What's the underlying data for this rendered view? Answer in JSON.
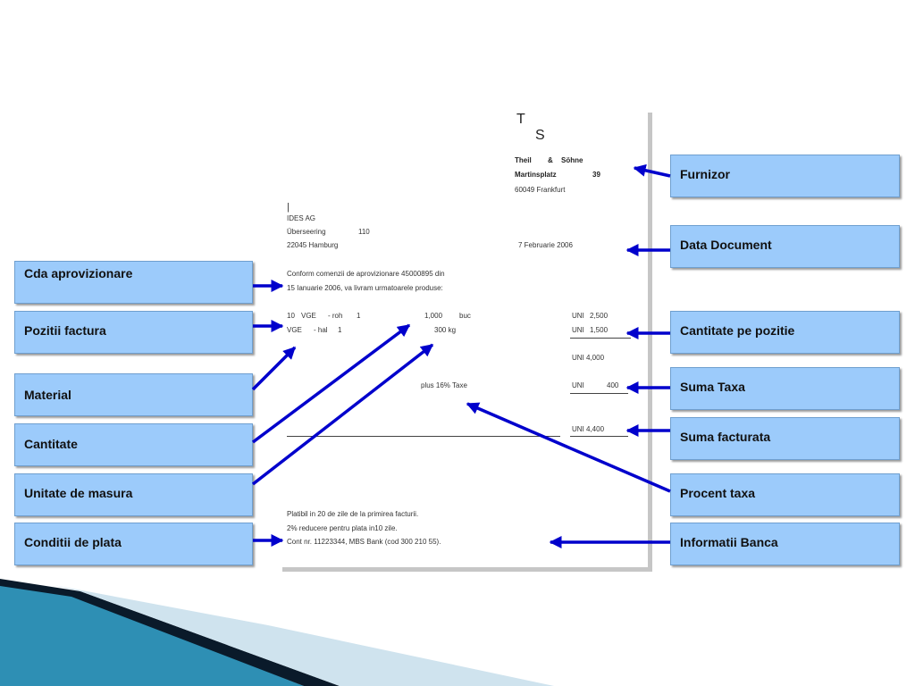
{
  "colors": {
    "label_bg": "#9ccbfb",
    "label_border": "#6f9fcf",
    "arrow": "#0000cc",
    "deco_dark": "#0a1a2a",
    "deco_blue": "#2e8fb4",
    "deco_light": "#cfe3ee"
  },
  "document": {
    "logo_t": "T",
    "logo_s": "S",
    "vendor": {
      "name_part1": "Theil",
      "name_part2": "&",
      "name_part3": "Söhne",
      "street": "Martinsplatz",
      "number": "39",
      "city": "60049 Frankfurt"
    },
    "cursor_mark": "|",
    "customer": {
      "name": "IDES AG",
      "street": "Überseering",
      "number": "110",
      "city": "22045 Hamburg"
    },
    "date": "7 Februarie 2006",
    "intro_line1": "Conform comenzii de aprovizionare 45000895 din",
    "intro_line2": "15 Ianuarie 2006, va livram urmatoarele produse:",
    "items": [
      {
        "qty_prefix": "10",
        "material": "VGE",
        "material_suffix": "- roh",
        "material_num": "1",
        "quantity": "1,000",
        "unit": "buc",
        "currency": "UNI",
        "amount": "2,500"
      },
      {
        "qty_prefix": "",
        "material": "VGE",
        "material_suffix": "- hal",
        "material_num": "1",
        "quantity": "300 kg",
        "unit": "",
        "currency": "UNI",
        "amount": "1,500"
      }
    ],
    "subtotal": "UNI 4,000",
    "tax_label": "plus 16% Taxe",
    "tax_currency": "UNI",
    "tax_amount": "400",
    "total": "UNI 4,400",
    "payment_line1": "Platibil in 20 de zile de la primirea facturii.",
    "payment_line2": "2% reducere pentru plata in10 zile.",
    "bank_line": "Cont nr. 11223344, MBS Bank (cod 300 210 55)."
  },
  "labels_left": {
    "purchase_order": "Cda aprovizionare",
    "invoice_items": "Pozitii factura",
    "material": "Material",
    "quantity": "Cantitate",
    "unit": "Unitate de masura",
    "payment_terms": "Conditii de plata"
  },
  "labels_right": {
    "vendor": "Furnizor",
    "document_date": "Data Document",
    "item_amount": "Cantitate pe pozitie",
    "tax_amount": "Suma Taxa",
    "invoice_total": "Suma facturata",
    "tax_percent": "Procent taxa",
    "bank_info": "Informatii Banca"
  }
}
